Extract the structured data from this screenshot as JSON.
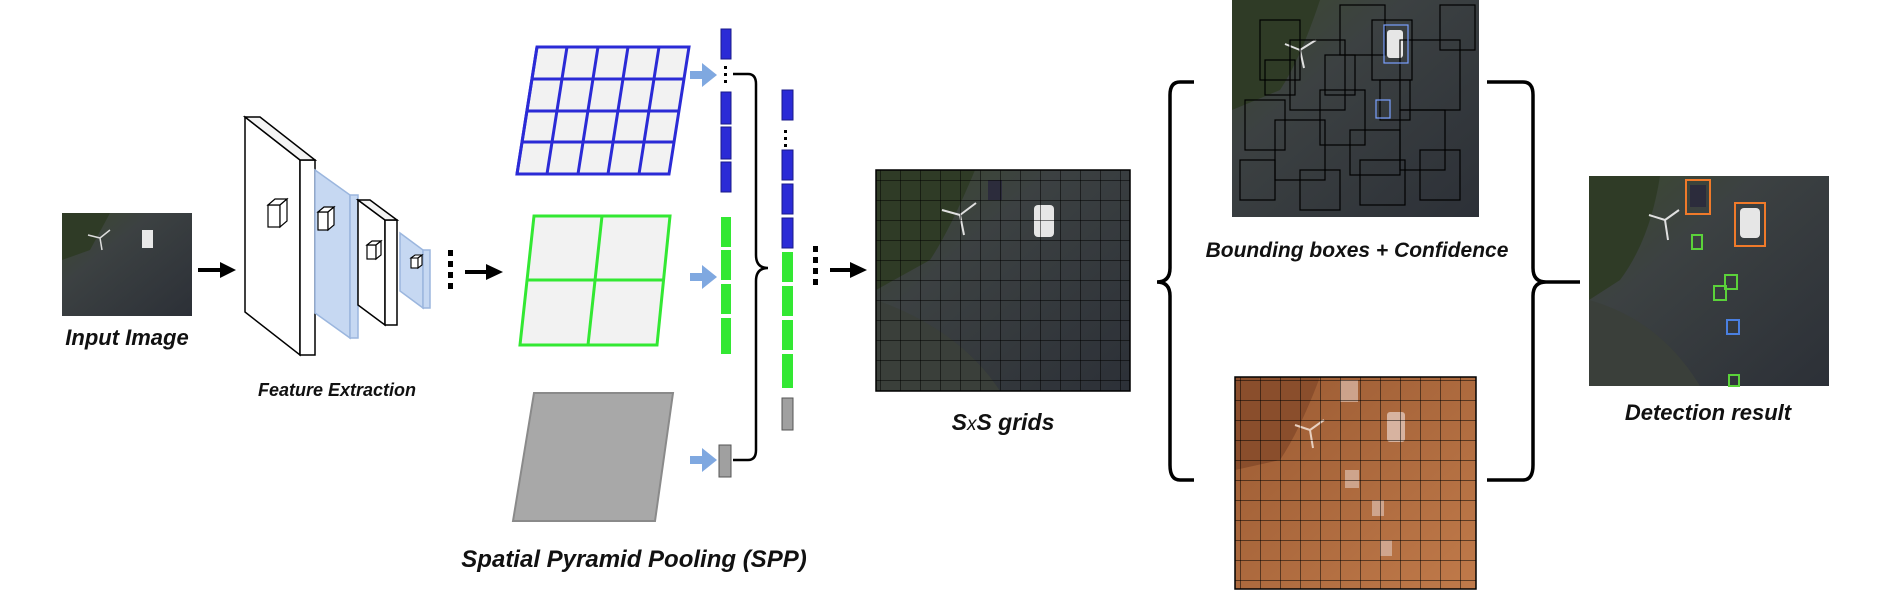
{
  "labels": {
    "input_image": "Input Image",
    "feature_extraction": "Feature Extraction",
    "spp": "Spatial Pyramid Pooling (SPP)",
    "grids_prefix": "S",
    "grids_x": "x",
    "grids_suffix": "S grids",
    "bounding_boxes": "Bounding boxes + Confidence",
    "detection_result": "Detection result"
  },
  "pooling_levels": [
    {
      "grid": "5x4",
      "color": "#2b2bd6"
    },
    {
      "grid": "2x2",
      "color": "#33e833"
    },
    {
      "grid": "1x1",
      "color": "#999999"
    }
  ],
  "colors": {
    "spp_blue": "#2b2bd6",
    "spp_green": "#33e833",
    "spp_gray": "#a0a0a0",
    "arrow_light_blue": "#7fa8e0",
    "feature_map_blue": "#c6d8f2",
    "class_map_overlay": "#c0703a",
    "detection_box_orange": "#f07a2a",
    "detection_box_green": "#5bd23a",
    "detection_box_blue": "#4a7fe0"
  }
}
